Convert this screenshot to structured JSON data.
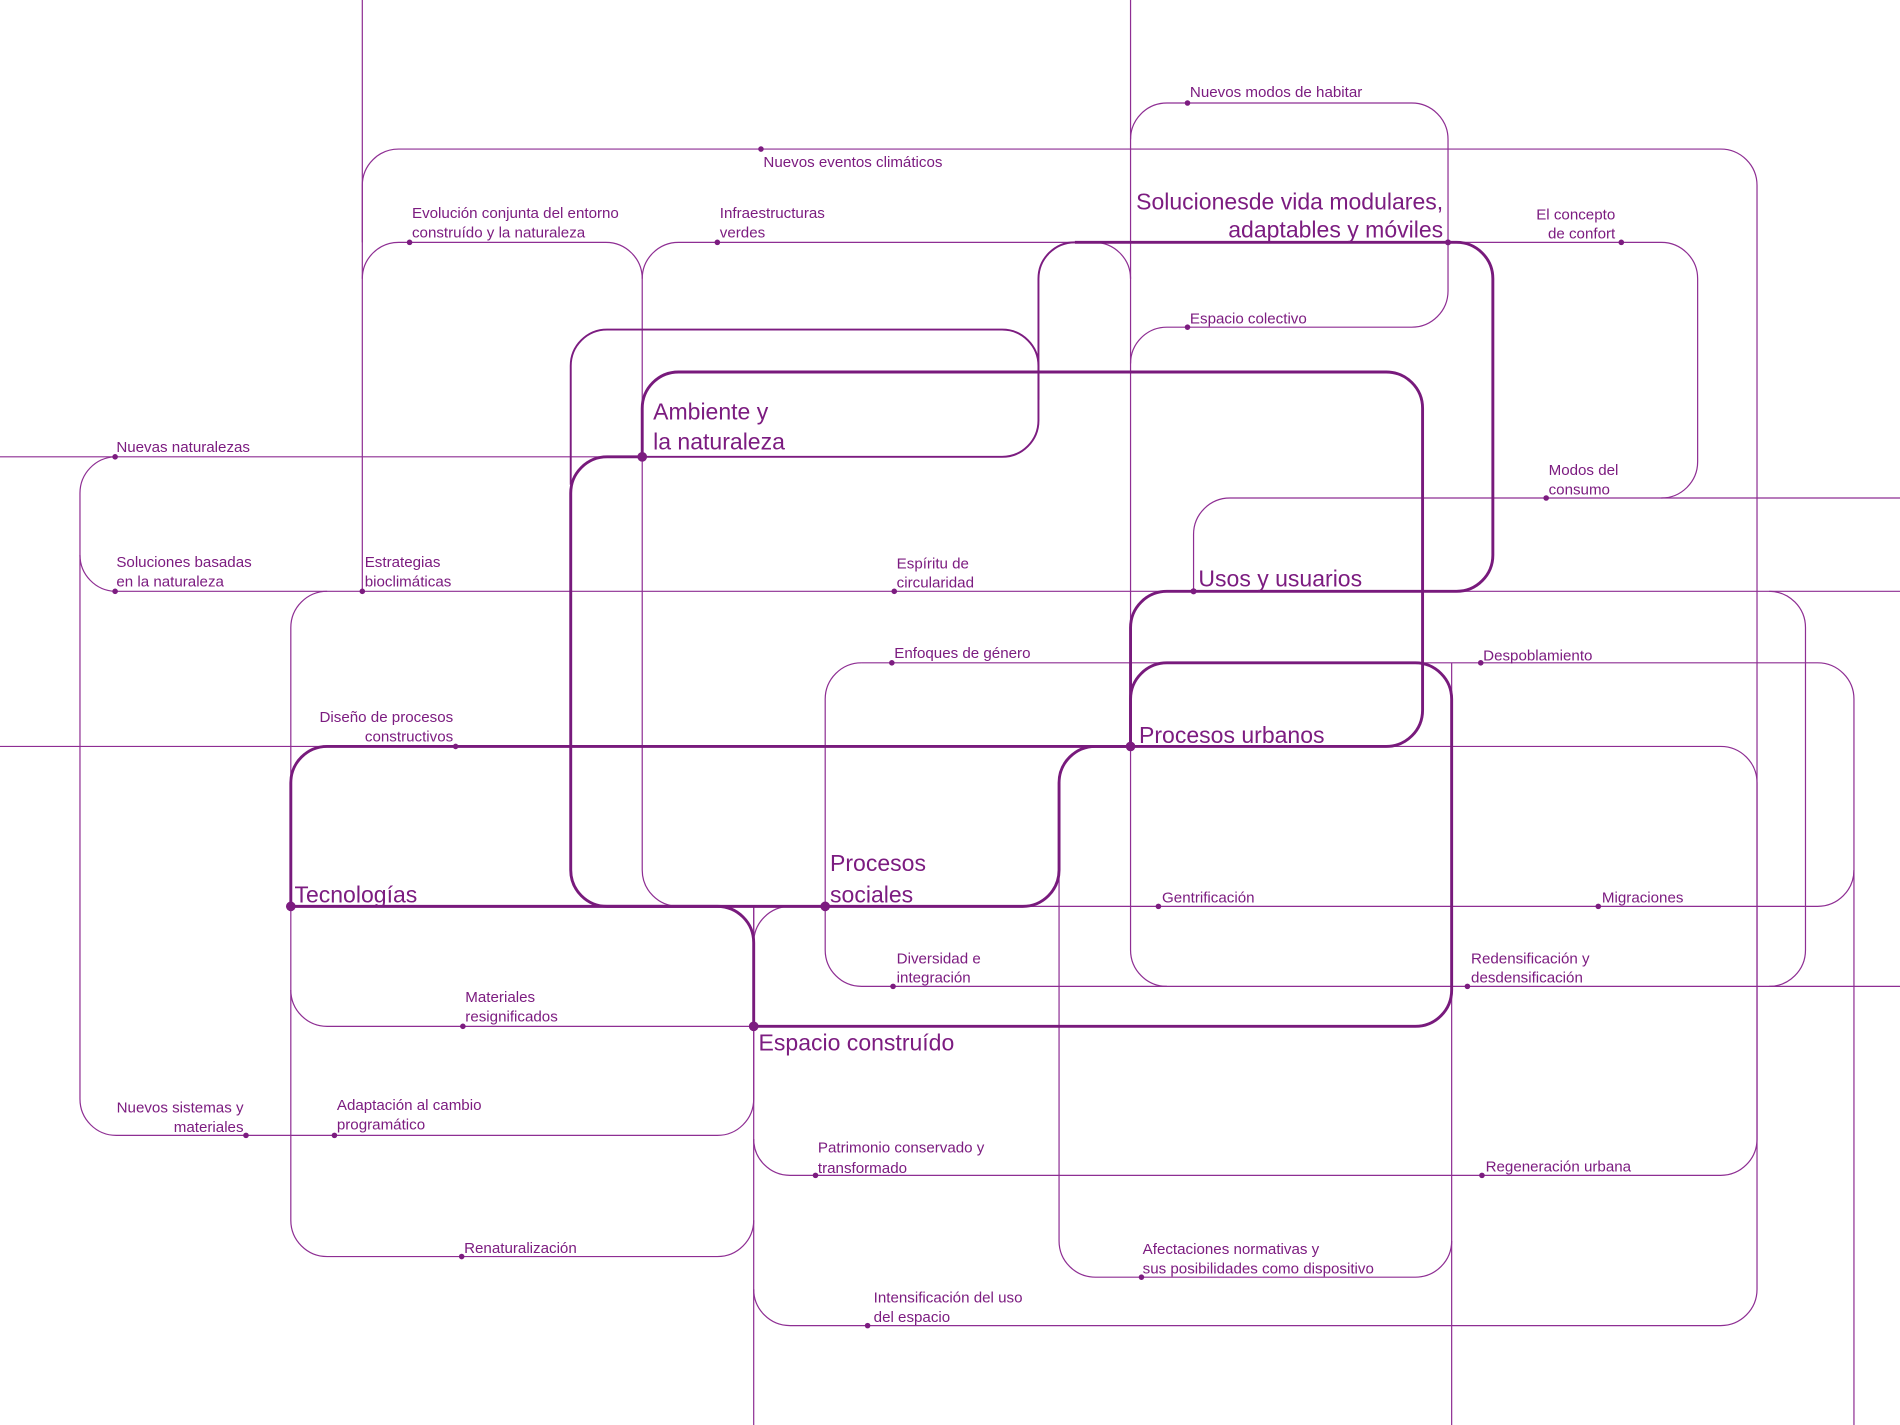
{
  "colors": {
    "line": "#7c1c80",
    "background": "#ffffff"
  },
  "main_nodes": {
    "ambiente": [
      "Ambiente y",
      "la naturaleza"
    ],
    "soluciones_vida": [
      "Solucionesde vida modulares,",
      "adaptables y móviles"
    ],
    "usos": "Usos y usuarios",
    "procesos_urbanos": "Procesos urbanos",
    "procesos_sociales": [
      "Procesos",
      "sociales"
    ],
    "tecnologias": "Tecnologías",
    "espacio_construido": "Espacio construído"
  },
  "labels": {
    "nuevos_modos": "Nuevos modos de habitar",
    "nuevos_eventos": "Nuevos eventos climáticos",
    "evolucion": [
      "Evolución conjunta del entorno",
      "construído y la naturaleza"
    ],
    "infraestructuras": [
      "Infraestructuras",
      "verdes"
    ],
    "confort": [
      "El concepto",
      "de confort"
    ],
    "espacio_colectivo": "Espacio colectivo",
    "nuevas_naturalezas": "Nuevas naturalezas",
    "modos_consumo": [
      "Modos del",
      "consumo"
    ],
    "soluciones_basadas": [
      "Soluciones basadas",
      "en la naturaleza"
    ],
    "estrategias": [
      "Estrategias",
      "bioclimáticas"
    ],
    "espiritu": [
      "Espíritu de",
      "circularidad"
    ],
    "enfoques": "Enfoques de género",
    "despoblamiento": "Despoblamiento",
    "diseno": [
      "Diseño de procesos",
      "constructivos"
    ],
    "gentrificacion": "Gentrificación",
    "migraciones": "Migraciones",
    "diversidad": [
      "Diversidad e",
      "integración"
    ],
    "redensificacion": [
      "Redensificación y",
      "desdensificación"
    ],
    "materiales": [
      "Materiales",
      "resignificados"
    ],
    "nuevos_sistemas": [
      "Nuevos sistemas y",
      "materiales"
    ],
    "adaptacion": [
      "Adaptación al cambio",
      "programático"
    ],
    "patrimonio": [
      "Patrimonio conservado y",
      "transformado"
    ],
    "regeneracion": "Regeneración urbana",
    "renaturalizacion": "Renaturalización",
    "afectaciones": [
      "Afectaciones normativas y",
      "sus posibilidades como dispositivo"
    ],
    "intensificacion": [
      "Intensificación del uso",
      "del espacio"
    ]
  }
}
